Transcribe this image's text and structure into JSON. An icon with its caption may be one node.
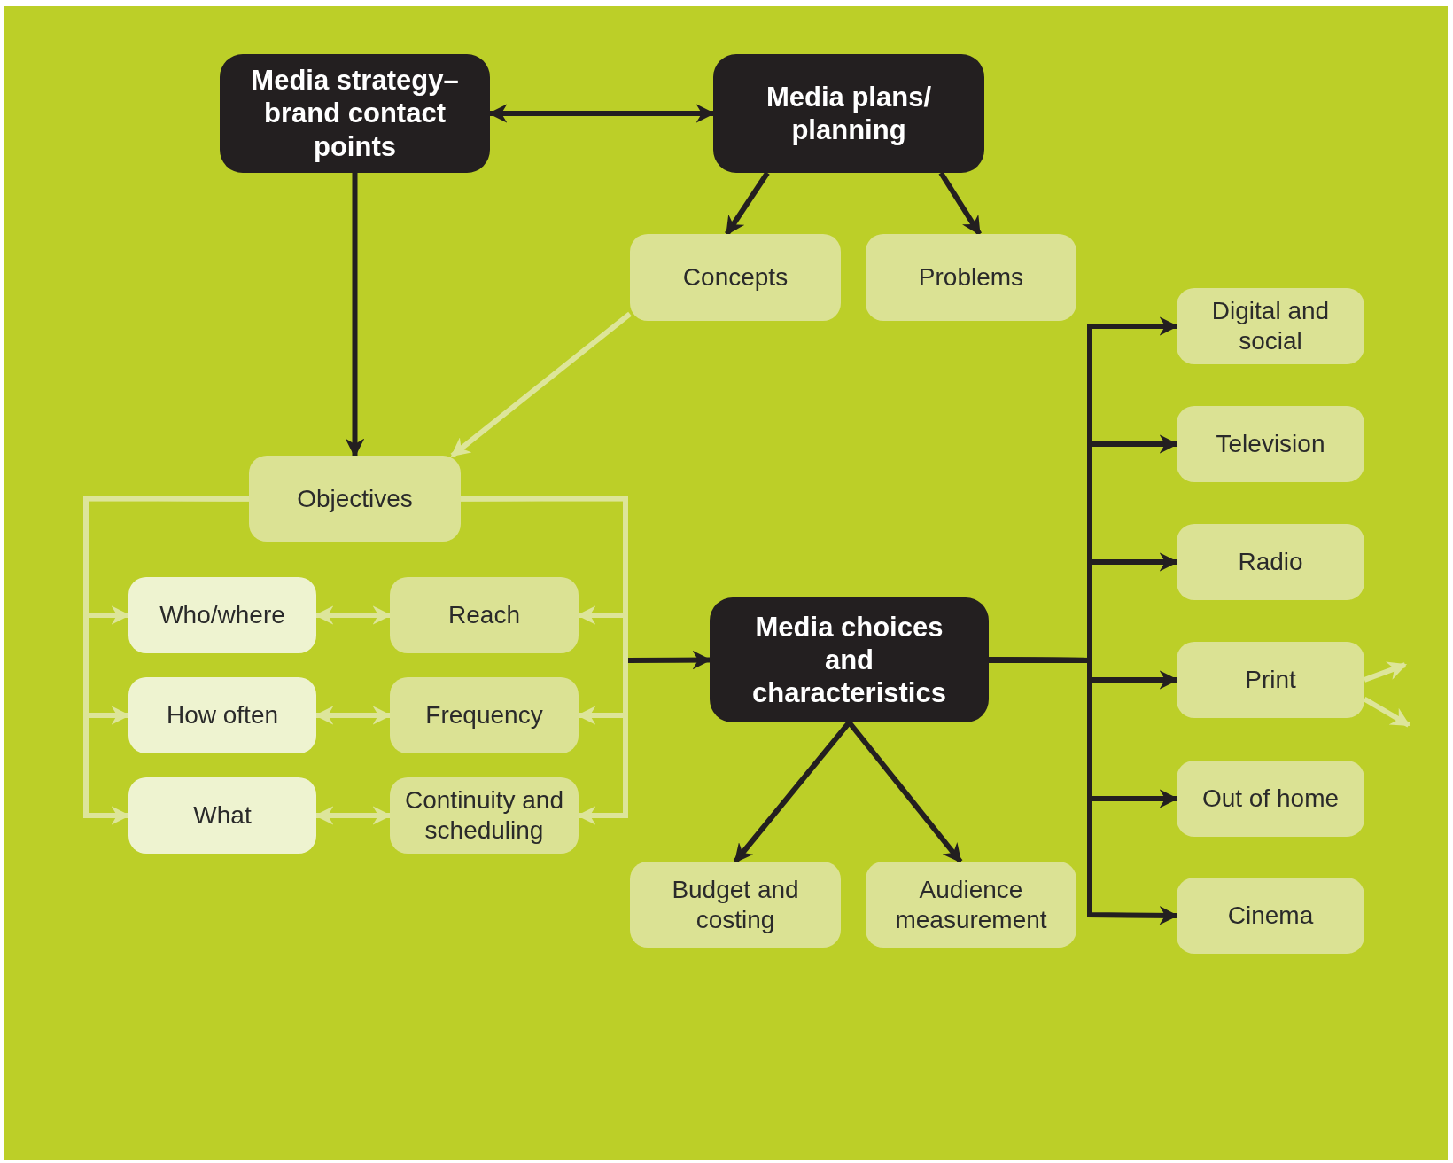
{
  "diagram": {
    "nodes": [
      {
        "text": [
          "Media strategy– brand contact points"
        ]
      },
      {
        "text": [
          "Media plans/ planning"
        ]
      },
      {
        "text": [
          "Concepts"
        ]
      },
      {
        "text": [
          "Problems"
        ]
      },
      {
        "text": [
          "Objectives"
        ]
      },
      {
        "text": [
          "Who/where"
        ]
      },
      {
        "text": [
          "Reach"
        ]
      },
      {
        "text": [
          "How often"
        ]
      },
      {
        "text": [
          "Frequency"
        ]
      },
      {
        "text": [
          "What"
        ]
      },
      {
        "text": [
          "Continuity and scheduling"
        ]
      },
      {
        "text": [
          "Media choices and characteristics"
        ]
      },
      {
        "text": [
          "Budget and costing"
        ]
      },
      {
        "text": [
          "Audience measurement"
        ]
      },
      {
        "text": [
          "Digital and social"
        ]
      },
      {
        "text": [
          "Television"
        ]
      },
      {
        "text": [
          "Radio"
        ]
      },
      {
        "text": [
          "Print"
        ]
      },
      {
        "text": [
          "Out of home"
        ]
      },
      {
        "text": [
          "Cinema"
        ]
      }
    ],
    "edges": [
      {
        "from": 0,
        "to": 1,
        "arrow": "both",
        "color": "#231f20"
      },
      {
        "from": 1,
        "to": 2,
        "arrow": "to",
        "color": "#231f20"
      },
      {
        "from": 1,
        "to": 3,
        "arrow": "to",
        "color": "#231f20"
      },
      {
        "from": 0,
        "to": 4,
        "arrow": "to",
        "color": "#231f20"
      },
      {
        "from": 2,
        "to": 4,
        "arrow": "to",
        "color": "#dde59a"
      },
      {
        "from": 4,
        "to": 5,
        "arrow": "to",
        "color": "#dde59a"
      },
      {
        "from": 4,
        "to": 7,
        "arrow": "to",
        "color": "#dde59a"
      },
      {
        "from": 4,
        "to": 9,
        "arrow": "to",
        "color": "#dde59a"
      },
      {
        "from": 4,
        "to": 6,
        "arrow": "to",
        "color": "#dde59a"
      },
      {
        "from": 4,
        "to": 8,
        "arrow": "to",
        "color": "#dde59a"
      },
      {
        "from": 4,
        "to": 10,
        "arrow": "to",
        "color": "#dde59a"
      },
      {
        "from": 5,
        "to": 6,
        "arrow": "both",
        "color": "#dde59a"
      },
      {
        "from": 7,
        "to": 8,
        "arrow": "both",
        "color": "#dde59a"
      },
      {
        "from": 9,
        "to": 10,
        "arrow": "both",
        "color": "#dde59a"
      },
      {
        "from": null,
        "to": 11,
        "arrow": "to",
        "color": "#231f20"
      },
      {
        "from": 11,
        "to": 12,
        "arrow": "to",
        "color": "#231f20"
      },
      {
        "from": 11,
        "to": 13,
        "arrow": "to",
        "color": "#231f20"
      },
      {
        "from": 11,
        "to": 14,
        "arrow": "to",
        "color": "#231f20"
      },
      {
        "from": 11,
        "to": 15,
        "arrow": "to",
        "color": "#231f20"
      },
      {
        "from": 11,
        "to": 16,
        "arrow": "to",
        "color": "#231f20"
      },
      {
        "from": 11,
        "to": 17,
        "arrow": "to",
        "color": "#231f20"
      },
      {
        "from": 11,
        "to": 18,
        "arrow": "to",
        "color": "#231f20"
      },
      {
        "from": 11,
        "to": 19,
        "arrow": "to",
        "color": "#231f20"
      },
      {
        "from": 17,
        "to": null,
        "arrow": "to",
        "color": "#dde59a"
      },
      {
        "from": 17,
        "to": null,
        "arrow": "to",
        "color": "#dde59a"
      }
    ]
  }
}
